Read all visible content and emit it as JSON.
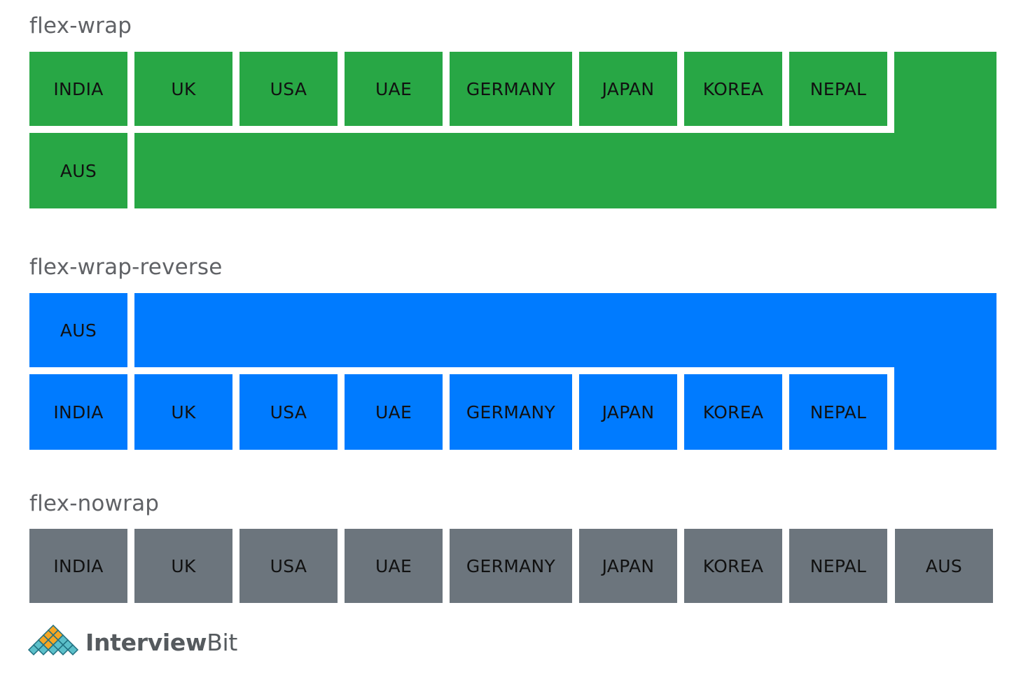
{
  "sections": {
    "wrap": {
      "title": "flex-wrap",
      "color": "#28a745",
      "row1": [
        "INDIA",
        "UK",
        "USA",
        "UAE",
        "GERMANY",
        "JAPAN",
        "KOREA",
        "NEPAL"
      ],
      "row2": [
        "AUS"
      ]
    },
    "wrap_reverse": {
      "title": "flex-wrap-reverse",
      "color": "#007bff",
      "row1": [
        "AUS"
      ],
      "row2": [
        "INDIA",
        "UK",
        "USA",
        "UAE",
        "GERMANY",
        "JAPAN",
        "KOREA",
        "NEPAL"
      ]
    },
    "nowrap": {
      "title": "flex-nowrap",
      "color": "#6c757d",
      "row1": [
        "INDIA",
        "UK",
        "USA",
        "UAE",
        "GERMANY",
        "JAPAN",
        "KOREA",
        "NEPAL",
        "AUS"
      ]
    }
  },
  "logo": {
    "brand_bold": "Interview",
    "brand_light": "Bit",
    "icon": "interviewbit-diamond-logo-icon",
    "colors": [
      "#f6a623",
      "#5bbfc9",
      "#1f7a8c"
    ]
  }
}
